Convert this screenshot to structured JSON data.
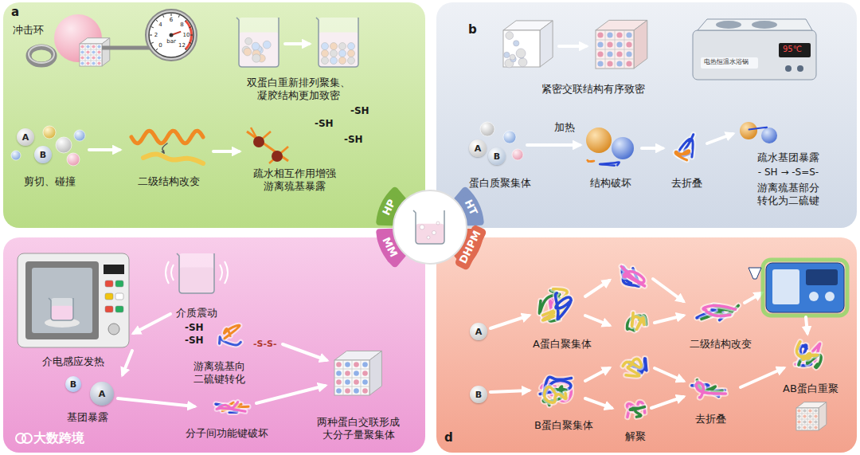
{
  "diagram": {
    "nodes": [
      {
        "text": [
          "HP"
        ]
      },
      {
        "text": [
          "A"
        ]
      },
      {
        "text": [
          "B"
        ]
      },
      {
        "text": [
          "HT"
        ]
      },
      {
        "text": [
          "A"
        ]
      },
      {
        "text": [
          "B"
        ]
      },
      {
        "text": [
          "MM"
        ]
      },
      {
        "text": [
          "B"
        ]
      },
      {
        "text": [
          "A"
        ]
      },
      {
        "text": [
          "DHPM"
        ]
      },
      {
        "text": [
          "A"
        ]
      },
      {
        "text": [
          "B"
        ]
      }
    ],
    "labels": [
      "a",
      "冲击环",
      "bar",
      "0",
      "2",
      "4",
      "6",
      "8",
      "10",
      "12",
      "双蛋白重新排列聚集、凝胶结构更加致密",
      "剪切、碰撞",
      "二级结构改变",
      "-SH",
      "-SH",
      "-SH",
      "疏水相互作用增强游离巯基暴露",
      "b",
      "紧密交联结构有序致密",
      "95℃",
      "电热恒温水浴锅",
      "加热",
      "蛋白质聚集体",
      "结构破坏",
      "去折叠",
      "疏水基团暴露",
      "- SH → -S=S-",
      "游离巯基部分转化为二硫键",
      "介电感应发热",
      "介质震动",
      "-SH",
      "-SH",
      "-S-S-",
      "游离巯基向二硫键转化",
      "基团暴露",
      "分子间功能键破坏",
      "两种蛋白交联形成大分子量聚集体",
      "大数跨境",
      "A蛋白聚集体",
      "B蛋白聚集体",
      "解聚",
      "二级结构改变",
      "去折叠",
      "AB蛋白重聚",
      "d"
    ]
  }
}
